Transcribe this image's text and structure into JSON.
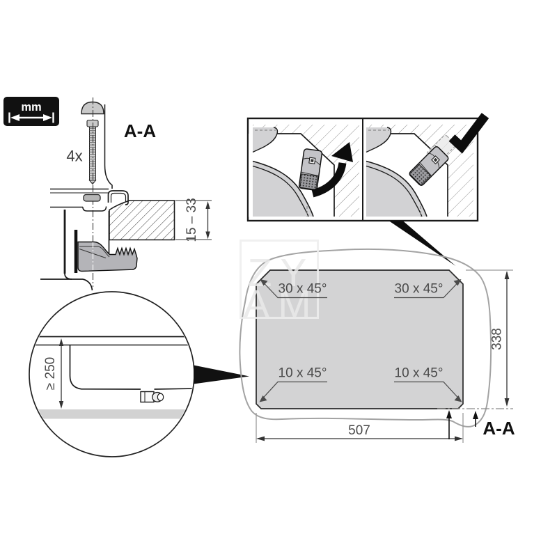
{
  "scale_badge": {
    "unit_label": "mm"
  },
  "section_view": {
    "title": "A-A",
    "screw_count": "4x",
    "counter_thickness": "15 – 33"
  },
  "detail_view": {
    "min_depth": "≥ 250"
  },
  "cutout": {
    "width": "507",
    "height": "338",
    "section_label": "A-A",
    "chamfer_top_left": "30 x 45°",
    "chamfer_top_right": "30 x 45°",
    "chamfer_bottom_left": "10 x 45°",
    "chamfer_bottom_right": "10 x 45°"
  },
  "watermark": {
    "line1": "ZY",
    "line2": "AM"
  },
  "colors": {
    "line_black": "#1a1a1a",
    "cutout_fill": "#d3d3d4",
    "worktop_outline_gray": "#a3a3a3",
    "hatch_gray": "#8f8f8f",
    "clamp_gray": "#b4b4b8",
    "watermark_gray": "#e9e9e9",
    "dim_text_gray": "#4a4a4a"
  }
}
